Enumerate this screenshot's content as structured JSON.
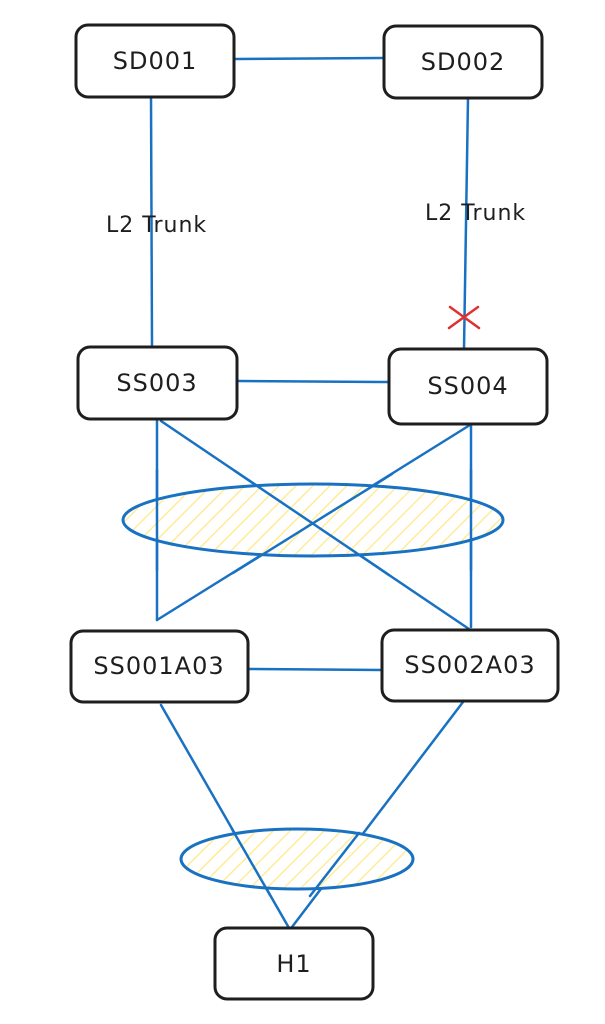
{
  "colors": {
    "link": "#1971c2",
    "node_border": "#1e1e1e",
    "node_fill": "#ffffff",
    "bundle_fill": "#ffec99",
    "failure_mark": "#e03131"
  },
  "nodes": {
    "sd001": "SD001",
    "sd002": "SD002",
    "ss003": "SS003",
    "ss004": "SS004",
    "ss001a03": "SS001A03",
    "ss002a03": "SS002A03",
    "h1": "H1"
  },
  "edge_labels": {
    "left_trunk": "L2 Trunk",
    "right_trunk": "L2 Trunk"
  },
  "failure_markers": [
    {
      "link": "SD002-SS004",
      "icon": "red-x"
    }
  ]
}
